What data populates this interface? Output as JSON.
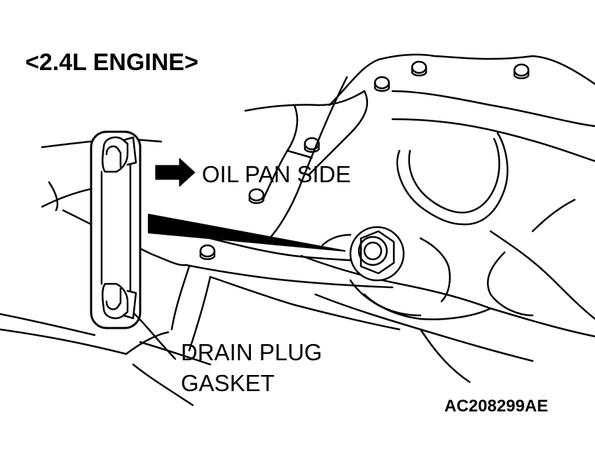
{
  "diagram": {
    "title": "<2.4L ENGINE>",
    "labels": {
      "oil_pan_side": "OIL PAN SIDE",
      "drain_plug": "DRAIN PLUG",
      "gasket": "GASKET"
    },
    "figure_code": "AC208299AE"
  },
  "colors": {
    "line": "#000000",
    "background": "#ffffff"
  }
}
